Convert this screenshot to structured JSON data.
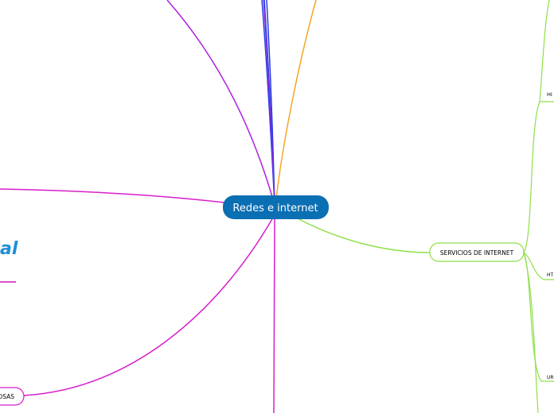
{
  "central_topic": "Redes e internet",
  "branches": [
    {
      "id": "servicios",
      "label": "SERVICIOS DE INTERNET",
      "color": "#8ee04a"
    },
    {
      "id": "cosas",
      "label": "OSAS",
      "color": "#cc1bb0"
    },
    {
      "id": "left-partial",
      "label": "al",
      "color": "#1e8fd6"
    }
  ],
  "subtopics": [
    {
      "id": "hi",
      "label": "HI"
    },
    {
      "id": "ht",
      "label": "HT"
    },
    {
      "id": "ur",
      "label": "UR"
    }
  ],
  "colors": {
    "central_fill": "#0b6fb3",
    "purple": "#b01fe0",
    "blue": "#2a3be0",
    "orange": "#f5a623",
    "magenta": "#d61fc9",
    "lime": "#8ee04a"
  }
}
